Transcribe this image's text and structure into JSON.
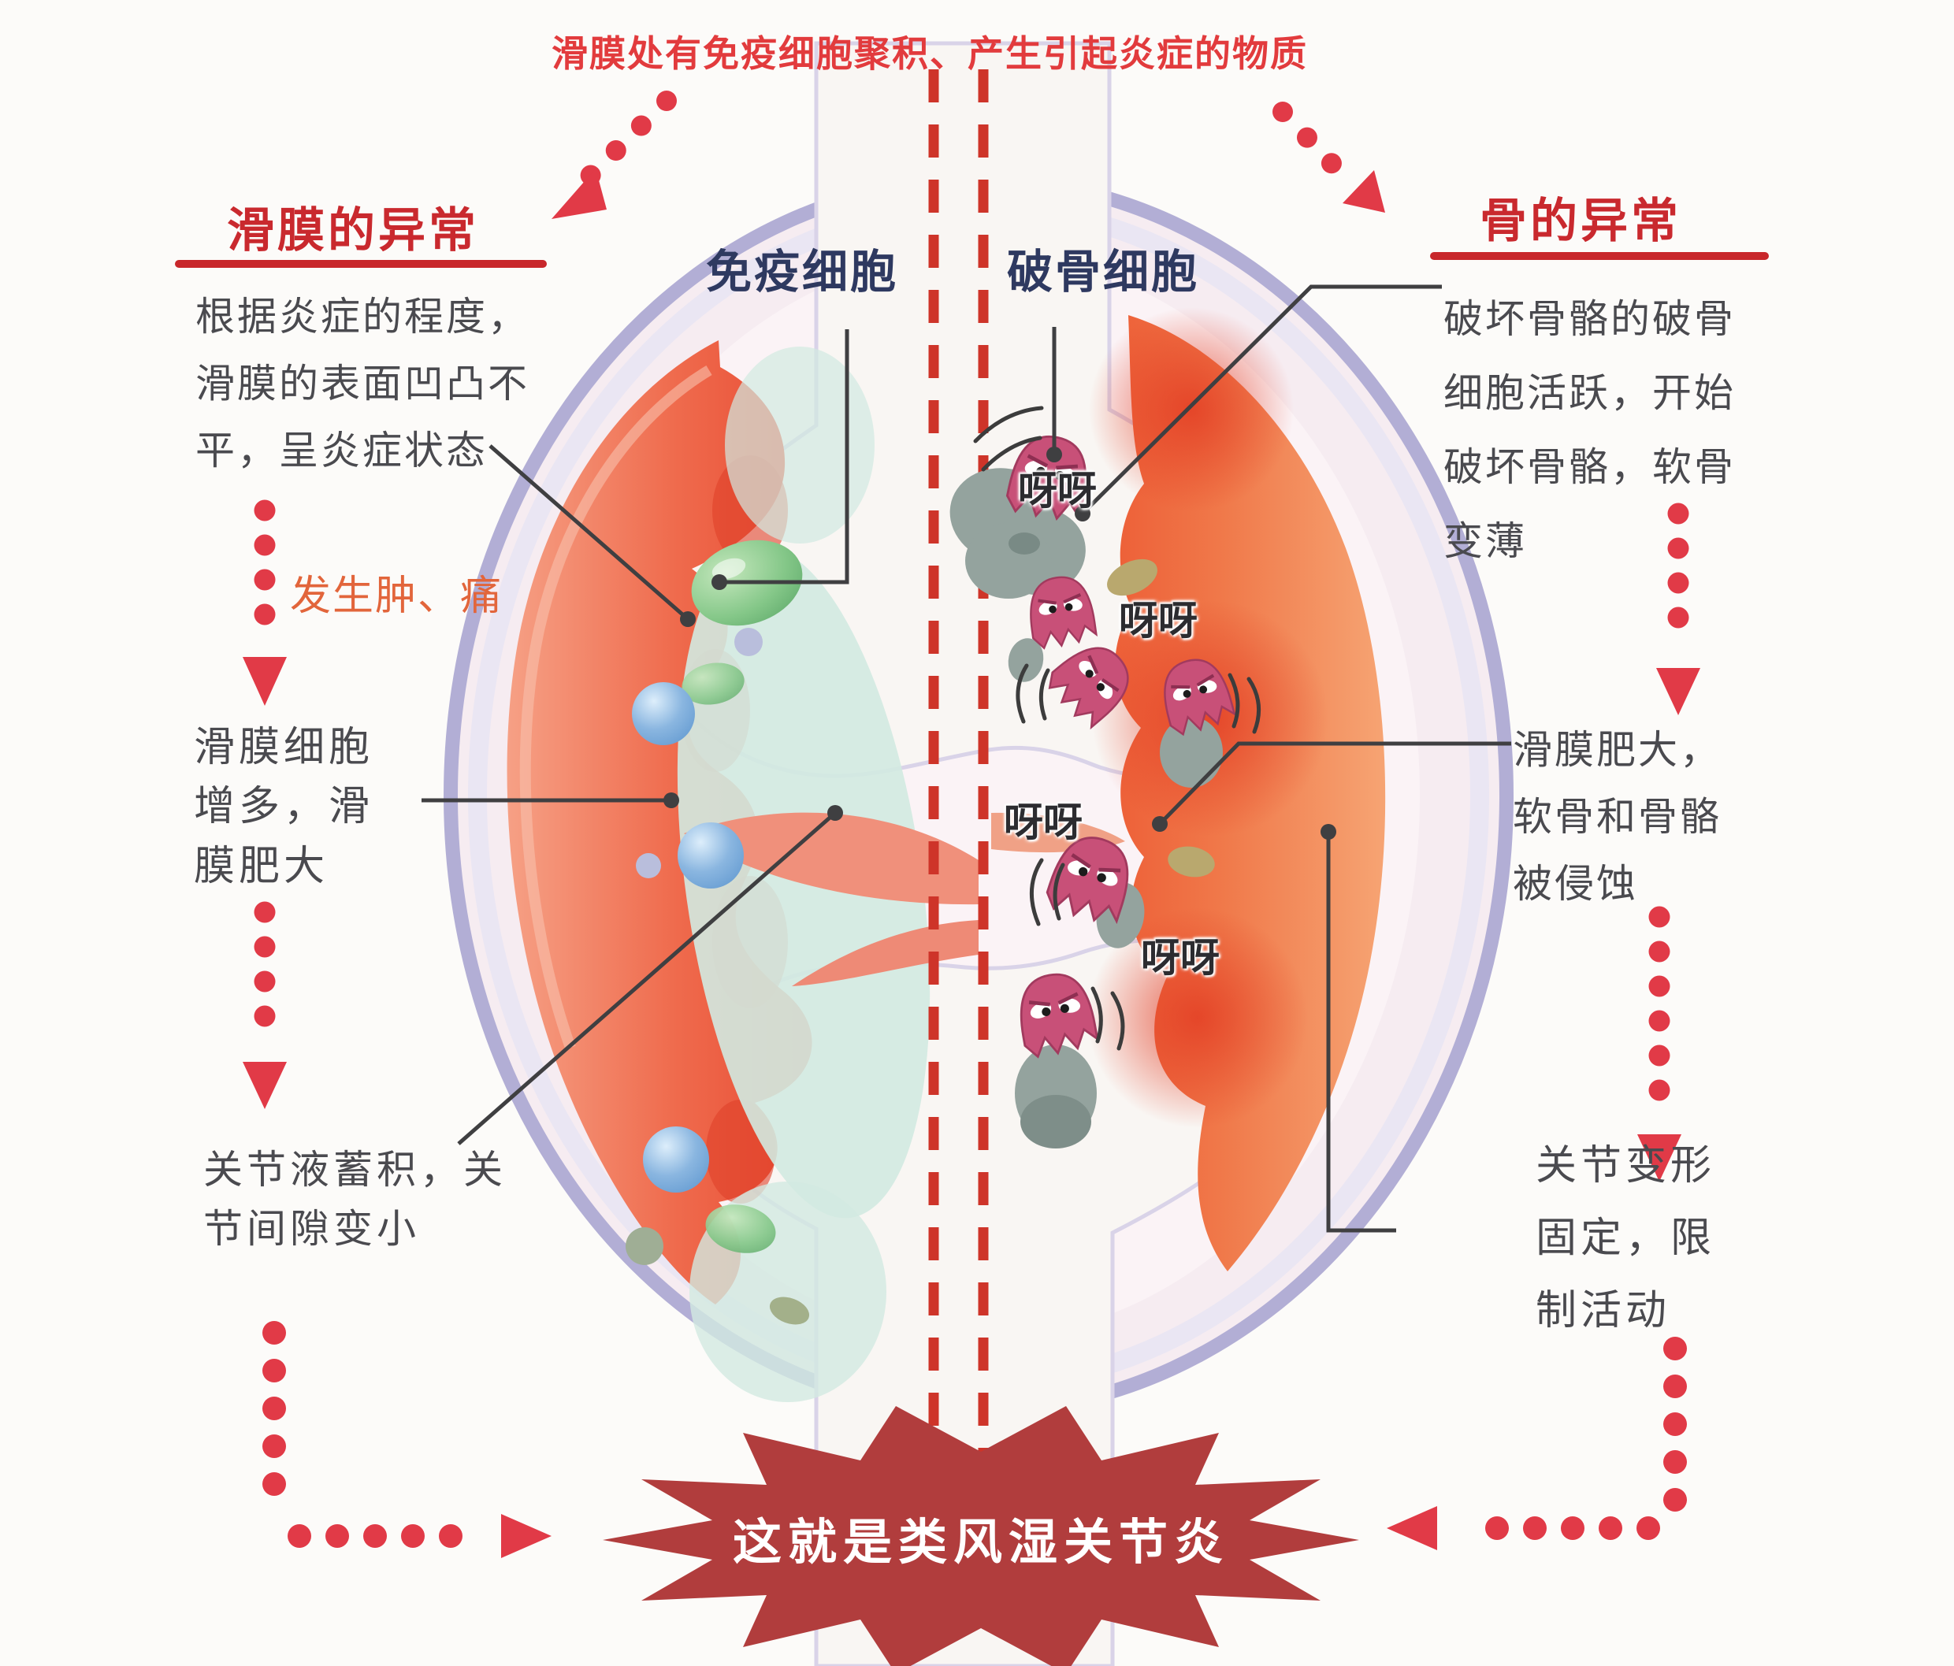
{
  "top_banner": "滑膜处有免疫细胞聚积、产生引起炎症的物质",
  "left_column": {
    "heading": "滑膜的异常",
    "para1": "根据炎症的程度，滑膜的表面凹凸不平，呈炎症状态",
    "swelling_note": "发生肿、痛",
    "para2": "滑膜细胞增多，滑膜肥大",
    "para3": "关节液蓄积，关节间隙变小"
  },
  "right_column": {
    "heading": "骨的异常",
    "para1": "破坏骨骼的破骨细胞活跃，开始破坏骨骼，软骨变薄",
    "para2": "滑膜肥大，软骨和骨骼被侵蚀",
    "para3": "关节变形固定，限制活动"
  },
  "center_labels": {
    "immune_cell": "免疫细胞",
    "osteoclast": "破骨细胞",
    "cry1": "呀呀",
    "cry2": "呀呀",
    "cry3": "呀呀",
    "cry4": "呀呀"
  },
  "burst": {
    "text": "这就是类风湿关节炎"
  },
  "colors": {
    "accent_red": "#e03a3f",
    "heading_red": "#c9292e",
    "underline_red": "#c8272b",
    "burst_red": "#b13d3d",
    "body_text": "#4a4a4f",
    "label_navy": "#2e3960",
    "note_orange": "#e2653b",
    "capsule_lavender": "#b2aed5",
    "synovium_red": "#e85138",
    "synovium_orange": "#ee6a3f",
    "fluid_teal": "#d2eae1",
    "ghost_pink": "#c85078",
    "debris_gray": "#94a39e"
  }
}
